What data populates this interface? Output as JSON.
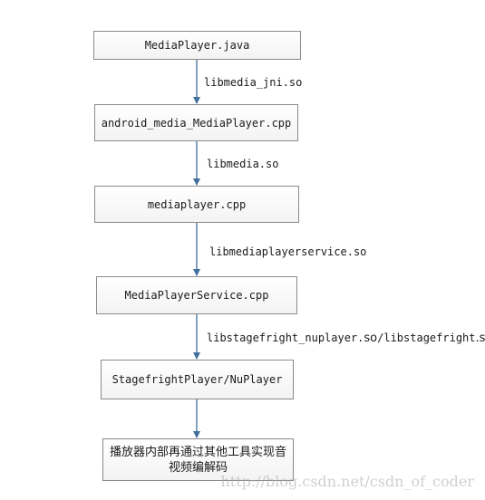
{
  "nodes": [
    {
      "id": "n1",
      "label": "MediaPlayer.java"
    },
    {
      "id": "n2",
      "label": "android_media_MediaPlayer.cpp"
    },
    {
      "id": "n3",
      "label": "mediaplayer.cpp"
    },
    {
      "id": "n4",
      "label": "MediaPlayerService.cpp"
    },
    {
      "id": "n5",
      "label": "StagefrightPlayer/NuPlayer"
    },
    {
      "id": "n6",
      "label": "播放器内部再通过其他工具实现音视频编解码"
    }
  ],
  "edges": [
    {
      "from": "n1",
      "to": "n2",
      "label": "libmedia_jni.so"
    },
    {
      "from": "n2",
      "to": "n3",
      "label": "libmedia.so"
    },
    {
      "from": "n3",
      "to": "n4",
      "label": "libmediaplayerservice.so"
    },
    {
      "from": "n4",
      "to": "n5",
      "label_parts": [
        "libstagefright_nuplayer.",
        "so",
        "/libstagefright",
        ".so"
      ]
    },
    {
      "from": "n5",
      "to": "n6",
      "label": ""
    }
  ],
  "watermark": "http://blog.csdn.net/csdn_of_coder",
  "colors": {
    "arrow": "#41709c",
    "box_border": "#8a8a8a"
  }
}
